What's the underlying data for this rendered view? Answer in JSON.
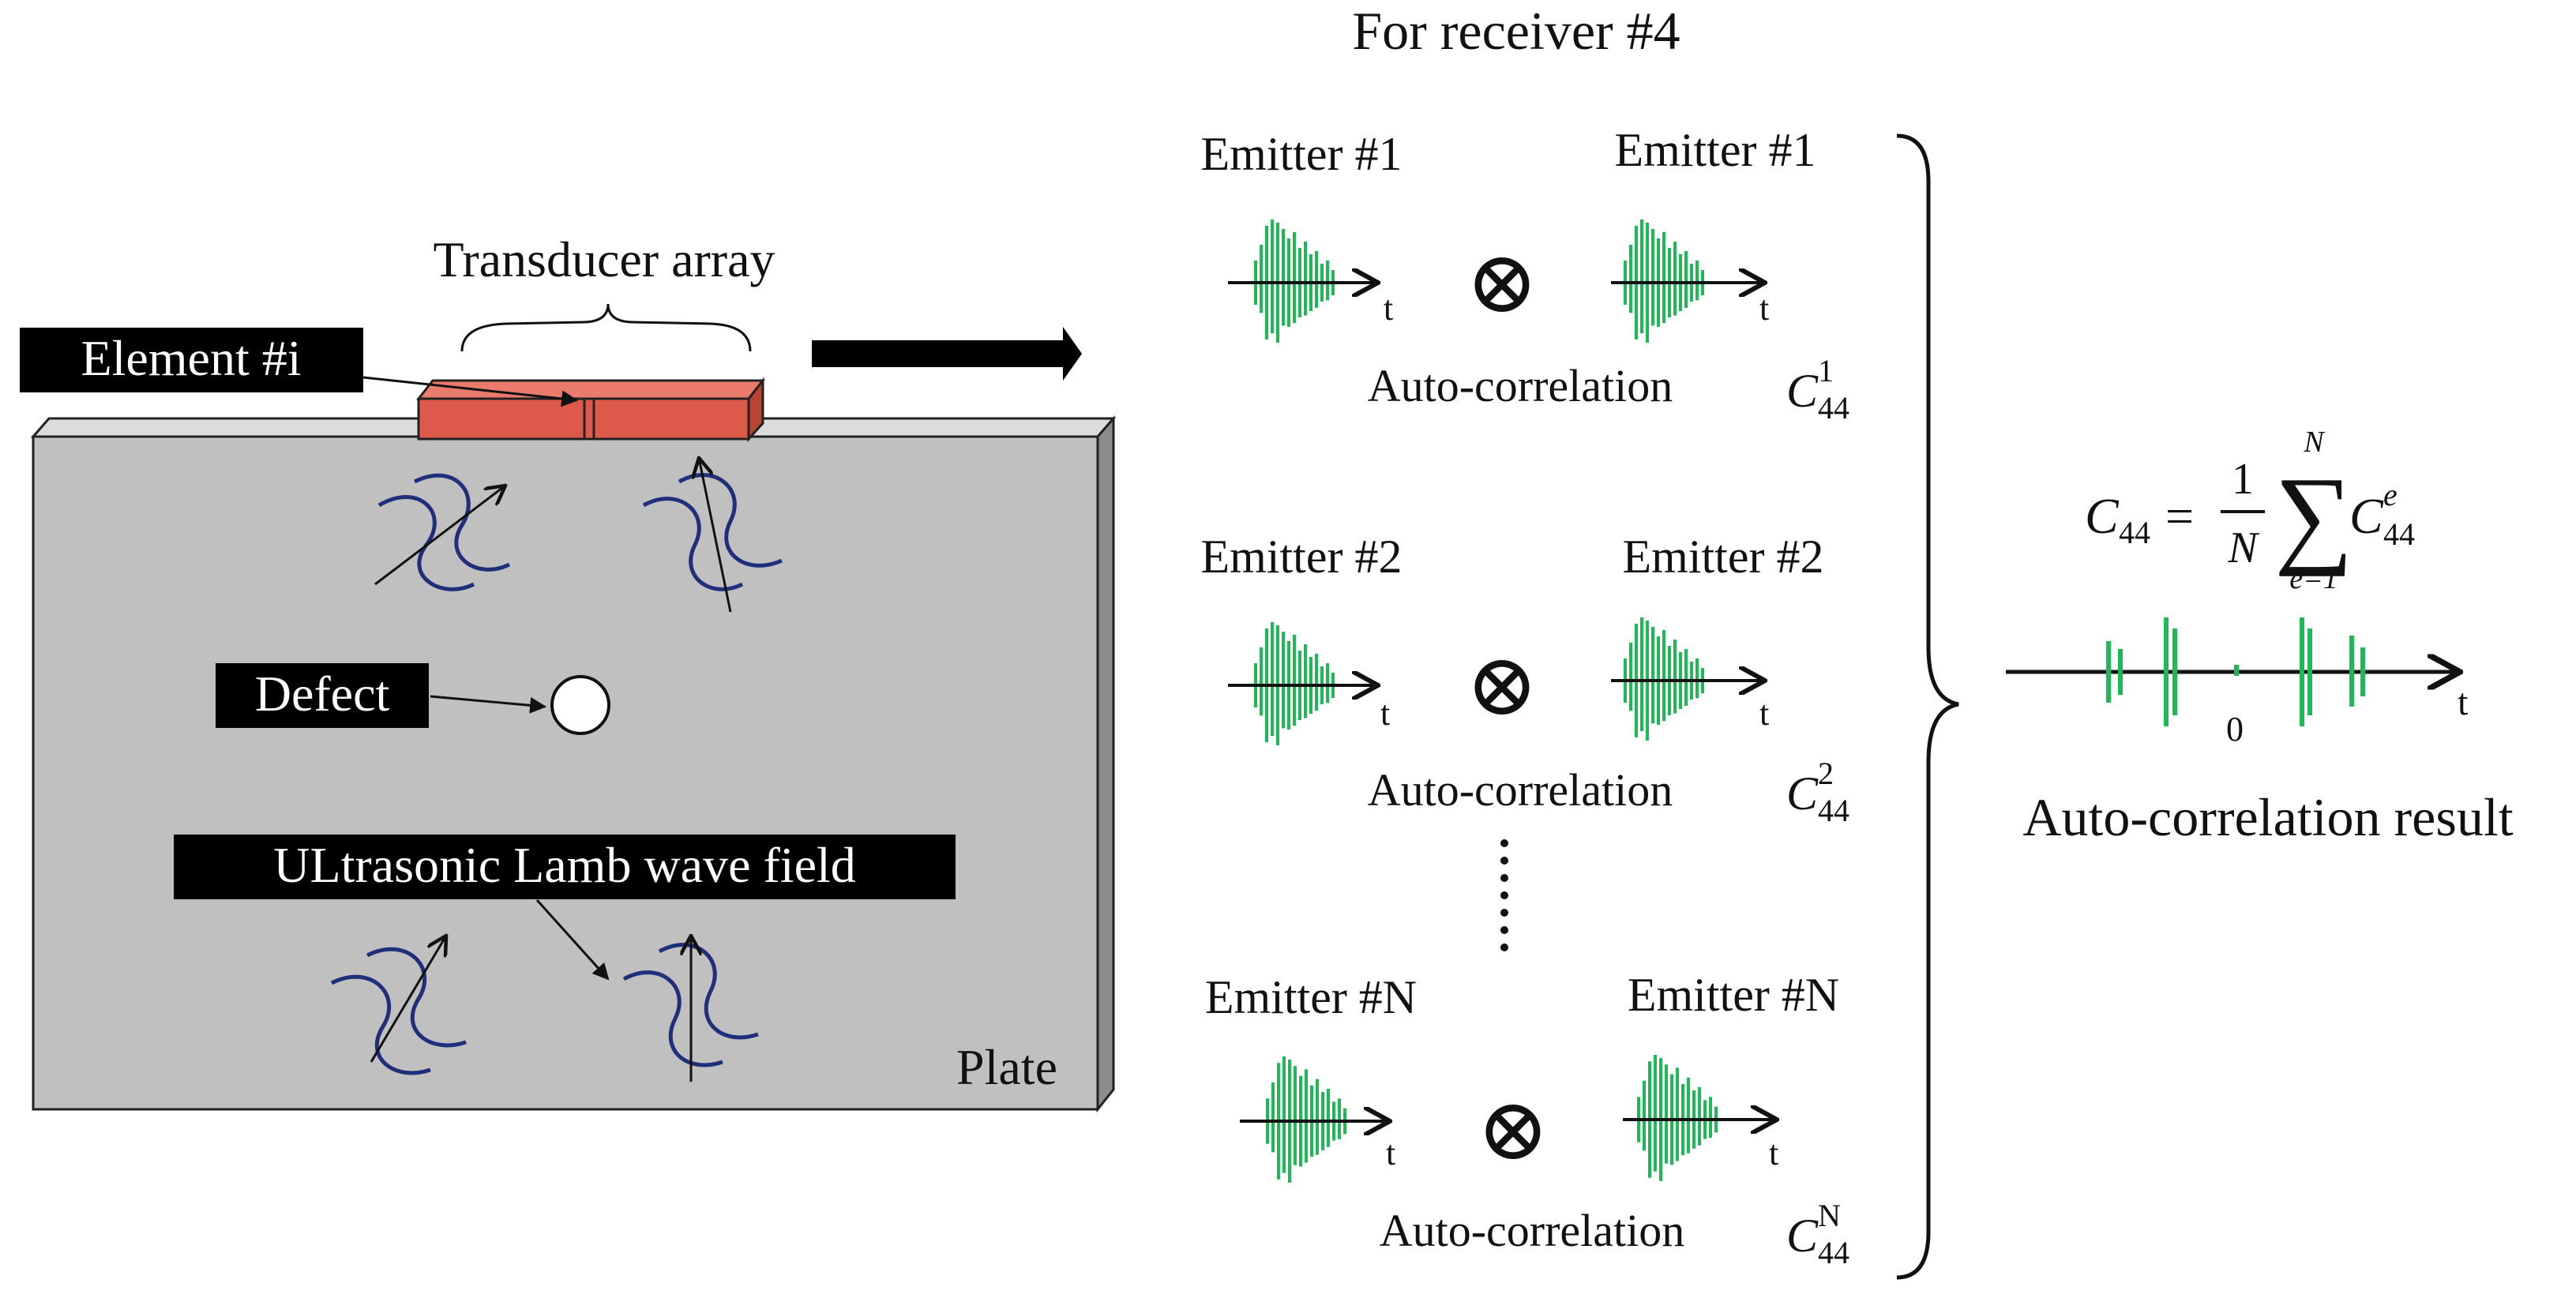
{
  "colors": {
    "plate_face": "#c0c0c0",
    "plate_side": "#8c8c8c",
    "transducer": "#dd5a4b",
    "signal": "#1db954",
    "wave_curve": "#1f2f7a",
    "label_bg": "#000000",
    "label_text": "#ffffff"
  },
  "left_panel": {
    "transducer_array_label": "Transducer array",
    "element_label": "Element #i",
    "defect_label": "Defect",
    "wave_field_label": "ULtrasonic Lamb wave field",
    "plate_label": "Plate"
  },
  "header": {
    "title": "For receiver  #4"
  },
  "rows": [
    {
      "emitter_left": "Emitter  #1",
      "emitter_right": "Emitter  #1",
      "axis_label_left": "t",
      "axis_label_right": "t",
      "operator": "⊗",
      "caption": "Auto-correlation",
      "coef_base": "C",
      "coef_sub": "44",
      "coef_sup": "1"
    },
    {
      "emitter_left": "Emitter #2",
      "emitter_right": "Emitter  #2",
      "axis_label_left": "t",
      "axis_label_right": "t",
      "operator": "⊗",
      "caption": "Auto-correlation",
      "coef_base": "C",
      "coef_sub": "44",
      "coef_sup": "2"
    },
    {
      "emitter_left": "Emitter #N",
      "emitter_right": "Emitter  #N",
      "axis_label_left": "t",
      "axis_label_right": "t",
      "operator": "⊗",
      "caption": "Auto-correlation",
      "coef_base": "C",
      "coef_sub": "44",
      "coef_sup": "N"
    }
  ],
  "formula": {
    "lhs_base": "C",
    "lhs_sub": "44",
    "equals": "=",
    "frac_num": "1",
    "frac_den": "N",
    "sum_symbol": "∑",
    "sum_upper": "N",
    "sum_lower": "e=1",
    "term_base": "C",
    "term_sub": "44",
    "term_sup": "e"
  },
  "result": {
    "zero_label": "0",
    "axis_label": "t",
    "caption": "Auto-correlation result"
  }
}
